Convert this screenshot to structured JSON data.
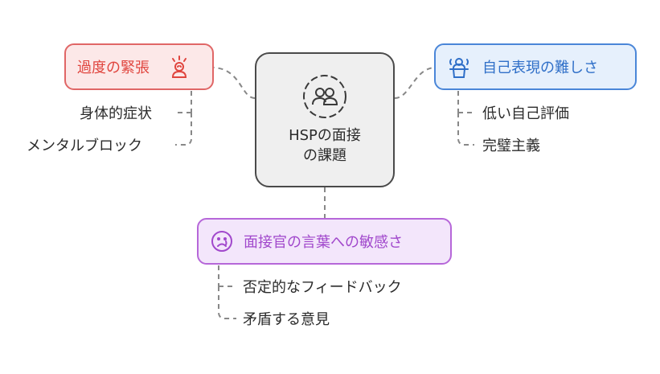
{
  "center": {
    "title_line1": "HSPの面接",
    "title_line2": "の課題",
    "icon": "people-icon"
  },
  "branches": {
    "tension": {
      "label": "過度の緊張",
      "icon": "stressed-person-icon",
      "color": "#e06666",
      "items": [
        "身体的症状",
        "メンタルブロック"
      ]
    },
    "self_expression": {
      "label": "自己表現の難しさ",
      "icon": "speaker-podium-icon",
      "color": "#4a86d8",
      "items": [
        "低い自己評価",
        "完璧主義"
      ]
    },
    "sensitivity": {
      "label": "面接官の言葉への敏感さ",
      "icon": "sad-face-icon",
      "color": "#b667d9",
      "items": [
        "否定的なフィードバック",
        "矛盾する意見"
      ]
    }
  }
}
